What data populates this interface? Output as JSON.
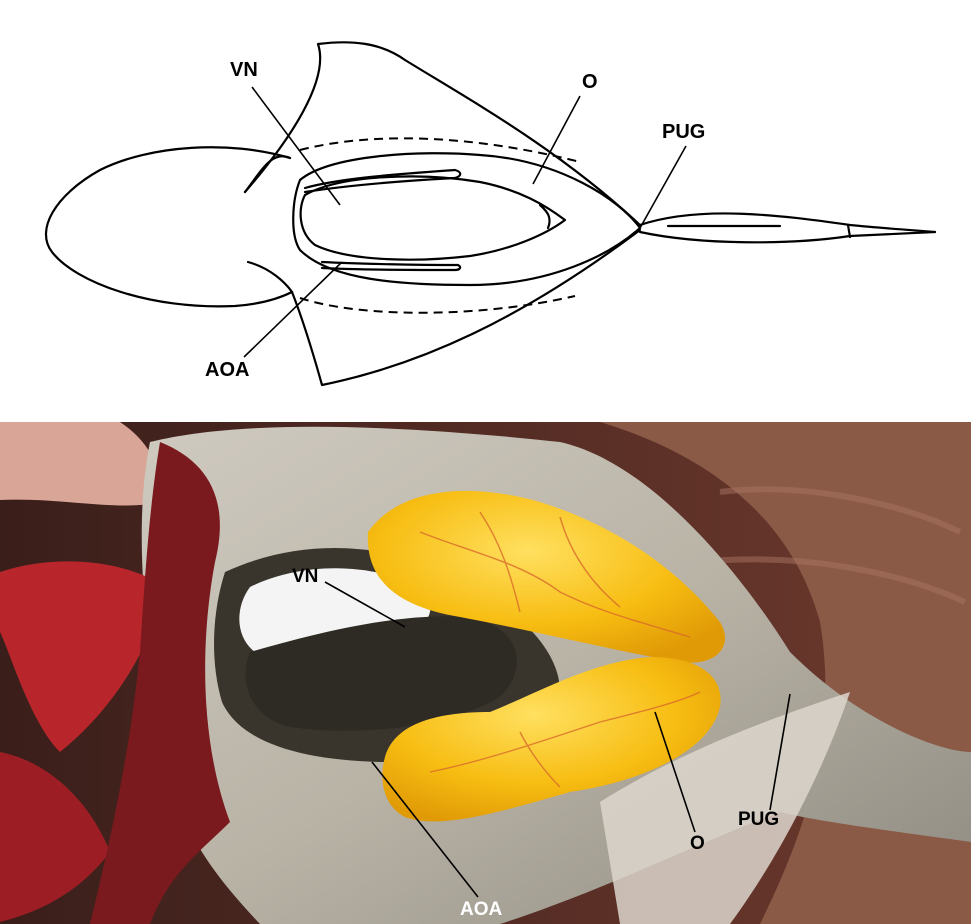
{
  "drawing": {
    "labels": {
      "vn": "VN",
      "o": "O",
      "pug": "PUG",
      "aoa": "AOA"
    }
  },
  "photo": {
    "labels": {
      "vn": "VN",
      "o": "O",
      "pug": "PUG",
      "aoa": "AOA"
    }
  },
  "colors": {
    "ovary": "#f5b814",
    "ovary_highlight": "#ffd84a",
    "swim_bladder": "#f2f2f2",
    "dark_tissue": "#2e2a24",
    "flesh": "#7a2e28",
    "gill": "#b5242a",
    "skin": "#c9c4b8"
  }
}
